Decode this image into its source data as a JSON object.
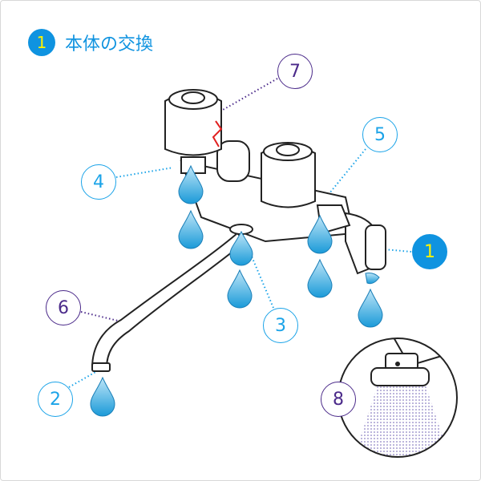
{
  "title": {
    "number": "1",
    "text": "本体の交換"
  },
  "labels": {
    "l1": "1",
    "l2": "2",
    "l3": "3",
    "l4": "4",
    "l5": "5",
    "l6": "6",
    "l7": "7",
    "l8": "8"
  },
  "colors": {
    "accent": "#0f93e0",
    "number_yellow": "#fff200",
    "light_blue": "#1aa3e8",
    "purple": "#4b2a8a",
    "drop": "#2aa5e0"
  }
}
